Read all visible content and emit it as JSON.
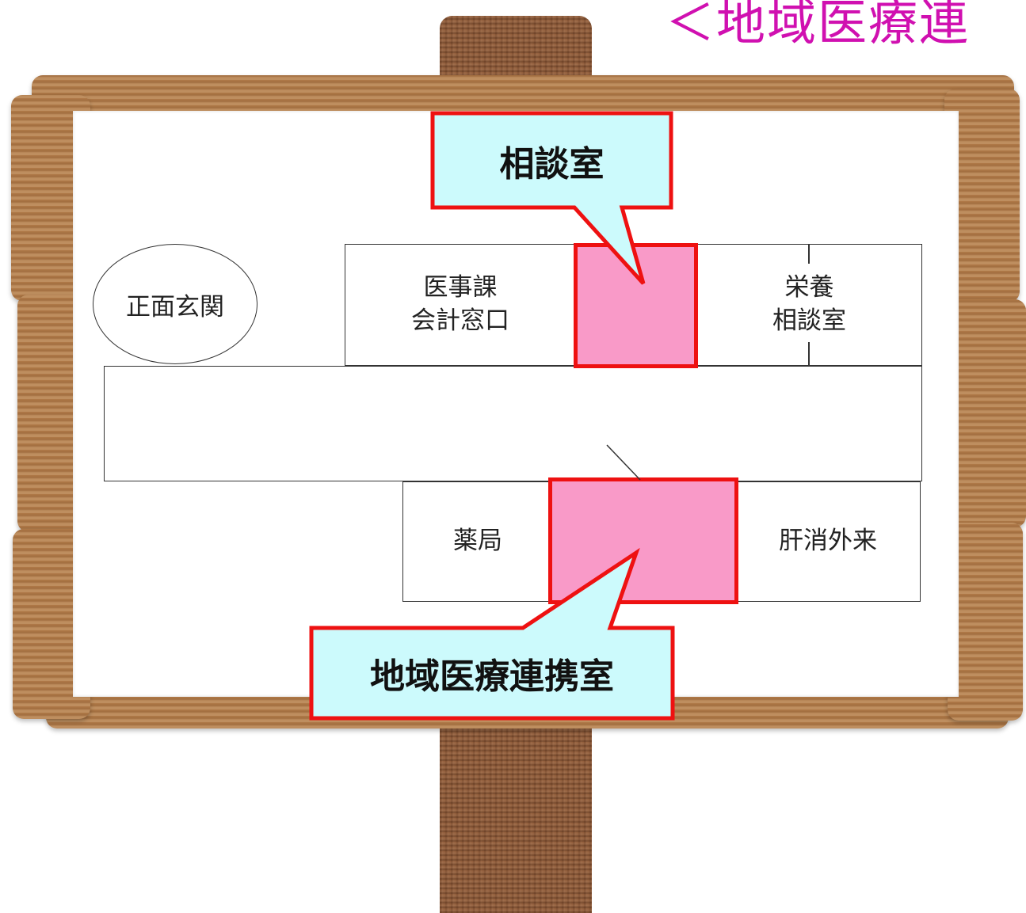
{
  "page_title": "＜地域医療連",
  "callouts": {
    "top": "相談室",
    "bottom": "地域医療連携室"
  },
  "rooms": {
    "entrance": "正面玄関",
    "medical_affairs": "医事課\n会計窓口",
    "nutrition": "栄養\n相談室",
    "pharmacy": "薬局",
    "hepatology": "肝消外来"
  },
  "colors": {
    "title": "#d010b0",
    "highlight_fill": "#f99ac8",
    "highlight_border": "#ee1111",
    "callout_fill": "#ccfafc"
  }
}
